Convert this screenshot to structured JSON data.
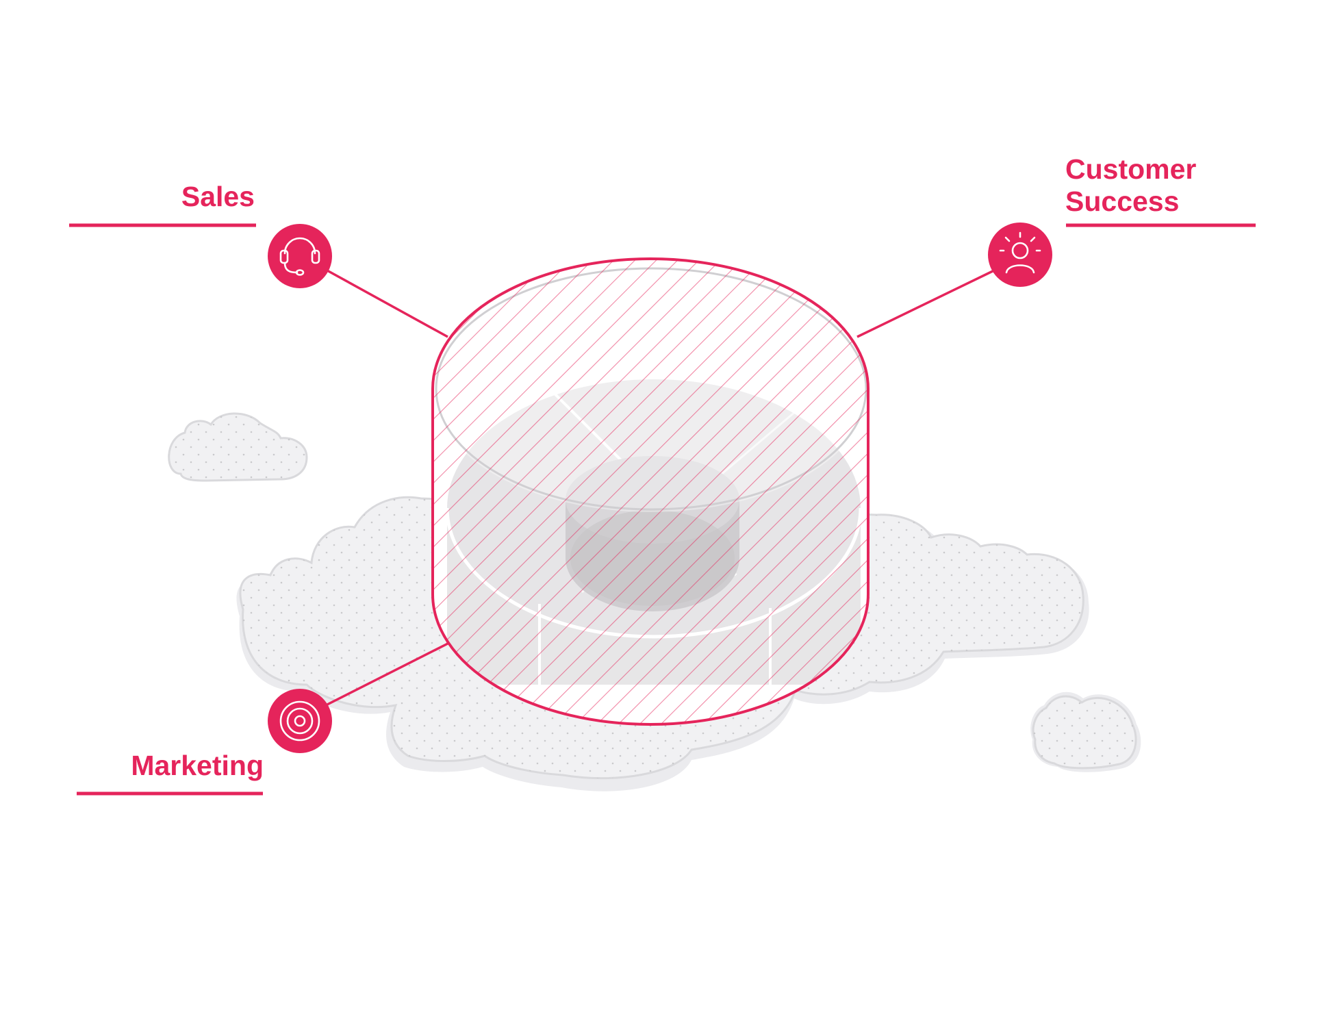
{
  "labels": {
    "sales": "Sales",
    "customer_success": [
      "Customer",
      "Success"
    ],
    "marketing": "Marketing"
  },
  "icons": {
    "sales": "headset-icon",
    "customer_success": "lightbulb-person-icon",
    "marketing": "target-icon"
  },
  "colors": {
    "accent": "#e5245b",
    "cloud_fill": "#f1f1f3",
    "cloud_stroke": "#d9d9dc",
    "cylinder_gray": "#d7d5d8",
    "background": "#ffffff"
  }
}
